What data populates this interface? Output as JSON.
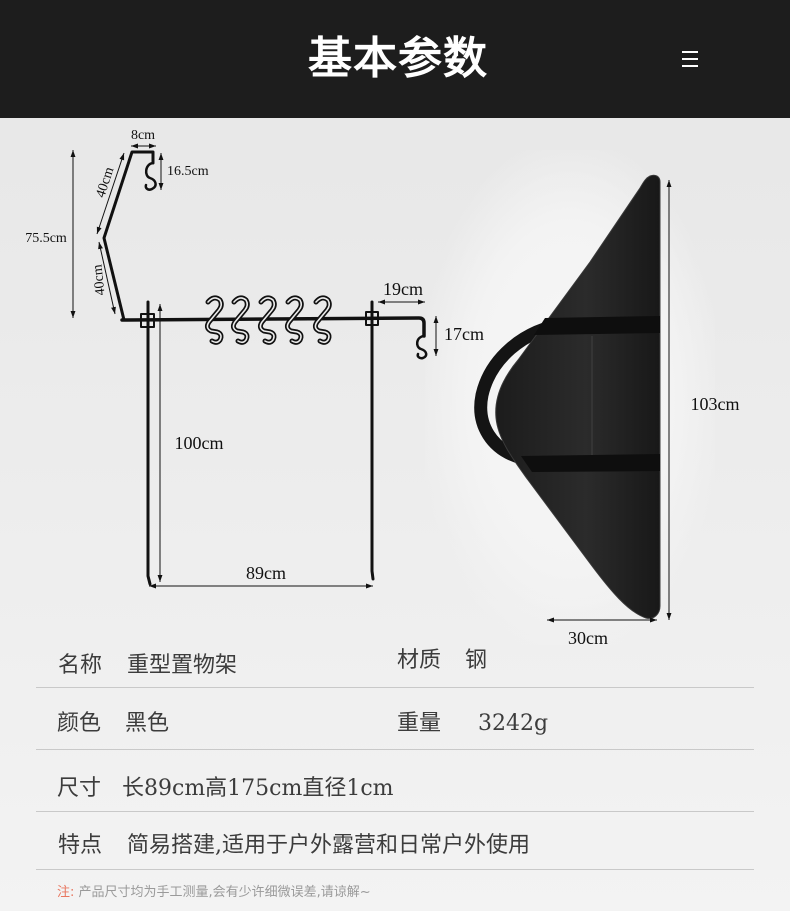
{
  "header": {
    "title": "基本参数",
    "menu_icon": "hamburger-menu-icon"
  },
  "diagram": {
    "rack_labels": {
      "hook_width": "8cm",
      "left_hook_drop": "16.5cm",
      "upper_arm": "40cm",
      "lower_arm": "40cm",
      "arm_height": "75.5cm",
      "right_extension": "19cm",
      "right_hook_drop": "17cm",
      "stake_length": "100cm",
      "stake_spacing": "89cm"
    },
    "bag_labels": {
      "length": "103cm",
      "width": "30cm"
    }
  },
  "specs": {
    "rows": [
      {
        "cells": [
          {
            "label": "名称",
            "value": "重型置物架"
          },
          {
            "label": "材质",
            "value": "钢"
          }
        ]
      },
      {
        "cells": [
          {
            "label": "颜色",
            "value": "黑色"
          },
          {
            "label": "重量",
            "value": "3242g"
          }
        ]
      },
      {
        "cells": [
          {
            "label": "尺寸",
            "value": "长89cm高175cm直径1cm"
          }
        ]
      },
      {
        "cells": [
          {
            "label": "特点",
            "value": "简易搭建,适用于户外露营和日常户外使用"
          }
        ]
      }
    ]
  },
  "note": {
    "prefix": "注:",
    "text": "产品尺寸均为手工测量,会有少许细微误差,请谅解~"
  },
  "colors": {
    "header_background": "#1d1d1d",
    "header_text": "#ffffff",
    "body_text": "#3c3c3c",
    "note_prefix": "#e8765f",
    "note_text": "#9a9a9a"
  }
}
